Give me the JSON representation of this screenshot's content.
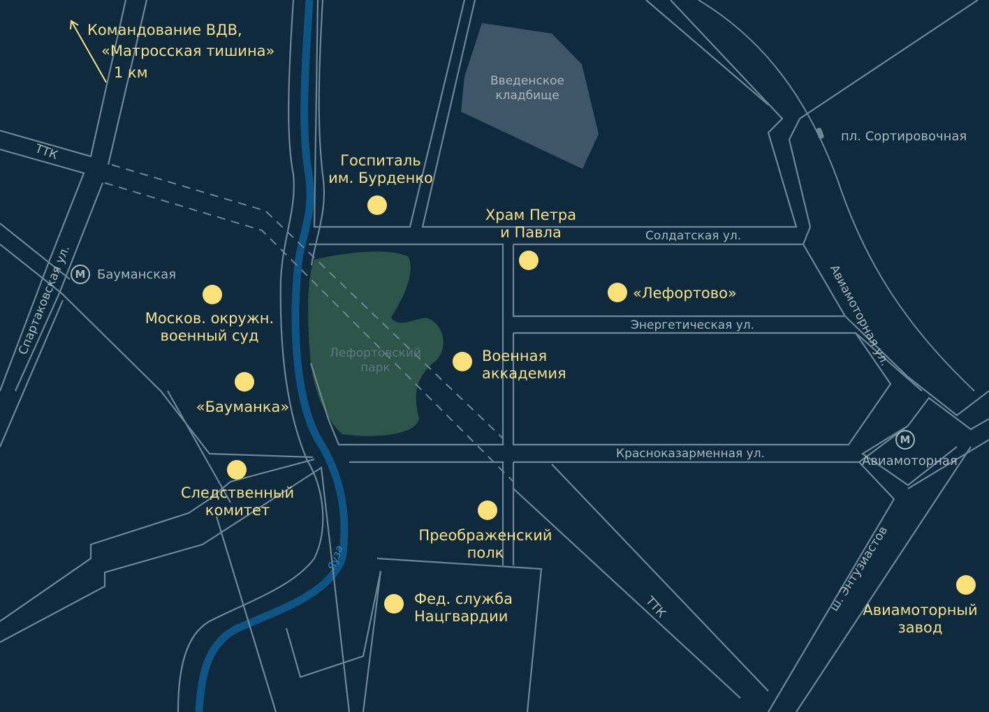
{
  "colors": {
    "background": "#0f2a3d",
    "road": "#6f8796",
    "river": "#0e5484",
    "park": "#2e5549",
    "cemetery": "#3e5667",
    "poi": "#fbe17a",
    "poi_text": "#f6e28a",
    "label": "#a9b9c4"
  },
  "direction_note": {
    "line1": "Командование ВДВ,",
    "line2": "«Матросская тишина»",
    "distance": "1 км",
    "icon": "arrow-up-left-icon"
  },
  "streets": {
    "ttk_west": "ТТК",
    "ttk_east": "ТТК",
    "spartakovskaya": "Спартаковская ул.",
    "soldatskaya": "Солдатская ул.",
    "energeticheskaya": "Энергетическая ул.",
    "krasnokazarmennaya": "Красноказарменная ул.",
    "aviamotornaya": "Авиамоторная ул.",
    "entuziastov": "ш. Энтузиастов",
    "river": "Яуза"
  },
  "stations": {
    "baumanskaya": "Бауманская",
    "aviamotornaya": "Авиамоторная",
    "sortirovochnaya": "пл. Сортировочная",
    "metro_symbol": "М"
  },
  "areas": {
    "cemetery": {
      "line1": "Введенское",
      "line2": "кладбище"
    },
    "park": {
      "line1": "Лефортовский",
      "line2": "парк"
    }
  },
  "poi": [
    {
      "line1": "Госпиталь",
      "line2": "им. Бурденко"
    },
    {
      "line1": "Храм Петра",
      "line2": "и Павла"
    },
    {
      "line1": "«Лефортово»",
      "line2": ""
    },
    {
      "line1": "Москов. окружн.",
      "line2": "военный суд"
    },
    {
      "line1": "«Бауманка»",
      "line2": ""
    },
    {
      "line1": "Военная",
      "line2": "аккадемия"
    },
    {
      "line1": "Следственный",
      "line2": "комитет"
    },
    {
      "line1": "Преображенский",
      "line2": "полк"
    },
    {
      "line1": "Фед. служба",
      "line2": "Нацгвардии"
    },
    {
      "line1": "Авиамоторный",
      "line2": "завод"
    }
  ]
}
